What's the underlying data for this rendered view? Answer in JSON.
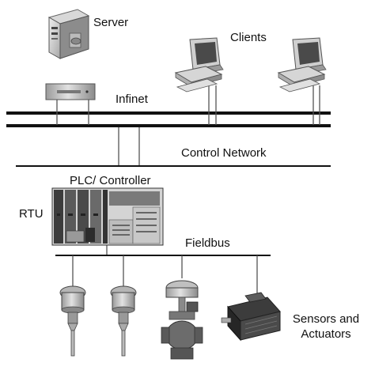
{
  "labels": {
    "server": "Server",
    "clients": "Clients",
    "infinet": "Infinet",
    "control_network": "Control Network",
    "plc_controller": "PLC/ Controller",
    "rtu": "RTU",
    "fieldbus": "Fieldbus",
    "sensors_actuators": "Sensors and Actuators"
  },
  "icons": {
    "server": "server-tower-icon",
    "modem": "network-modem-icon",
    "client": "desktop-computer-icon",
    "plc": "plc-rack-icon",
    "sensor": "temperature-sensor-icon",
    "valve": "control-valve-icon",
    "motor": "motor-actuator-icon"
  },
  "colors": {
    "line": "#111111",
    "device_body": "#c9c9c9",
    "device_dark": "#555555"
  }
}
